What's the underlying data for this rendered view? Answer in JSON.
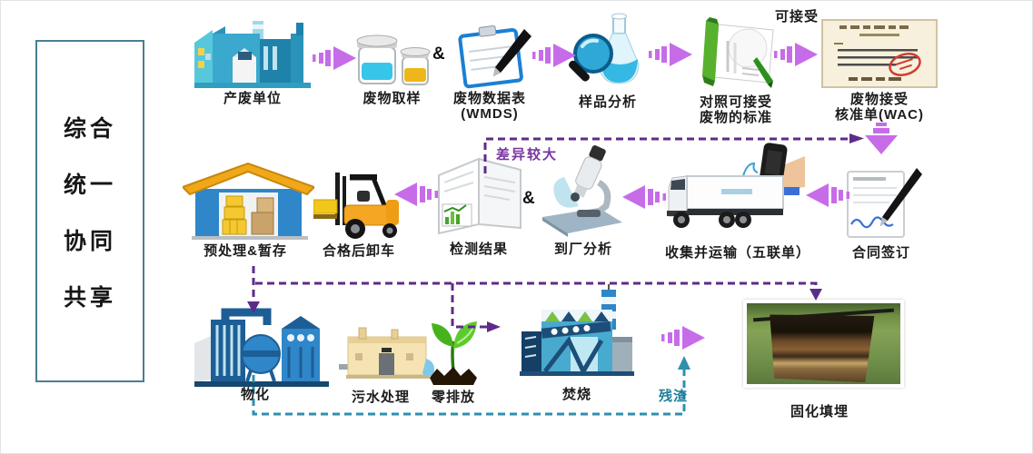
{
  "sidebar": {
    "items": [
      "综合",
      "统一",
      "协同",
      "共享"
    ]
  },
  "labels": {
    "producer": "产废单位",
    "sampling": "废物取样",
    "amp": "&",
    "wmds1": "废物数据表",
    "wmds2": "(WMDS)",
    "analysis": "样品分析",
    "standards1": "对照可接受",
    "standards2": "废物的标准",
    "acceptable": "可接受",
    "wac1": "废物接受",
    "wac2": "核准单(WAC)",
    "contract": "合同签订",
    "transport": "收集并运输（五联单）",
    "arrival": "到厂分析",
    "result": "检测结果",
    "unload": "合格后卸车",
    "pretreat": "预处理&暂存",
    "diff": "差异较大",
    "physchem": "物化",
    "sewage": "污水处理",
    "zero": "零排放",
    "incinerate": "焚烧",
    "residue": "残渣",
    "landfill": "固化填埋"
  },
  "colors": {
    "arrow": "#c76ce9",
    "dashed_purple": "#5e2b8a",
    "dashed_teal": "#2f8fae",
    "sidebar_border": "#4a7d92"
  }
}
